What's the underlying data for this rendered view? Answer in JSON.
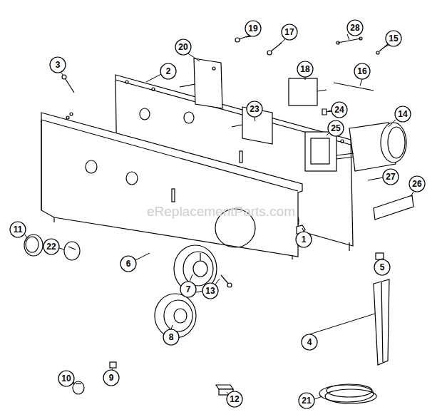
{
  "diagram": {
    "labels": [
      "1",
      "2",
      "3",
      "4",
      "5",
      "6",
      "7",
      "8",
      "9",
      "10",
      "11",
      "12",
      "13",
      "14",
      "15",
      "16",
      "17",
      "18",
      "19",
      "20",
      "21",
      "22",
      "23",
      "24",
      "25",
      "26",
      "27",
      "28",
      "eReplacementParts.com"
    ]
  }
}
